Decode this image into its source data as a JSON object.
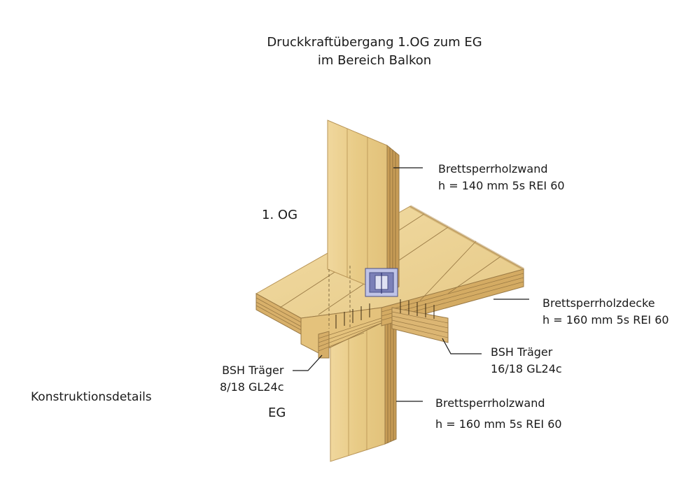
{
  "title": {
    "line1": "Druckkraftübergang 1.OG zum EG",
    "line2": "im Bereich Balkon"
  },
  "storeys": {
    "upper": "1. OG",
    "lower": "EG"
  },
  "section_label": "Konstruktionsdetails",
  "callouts": {
    "wall_upper": {
      "name": "Brettsperrholzwand",
      "spec": "h = 140 mm 5s REI 60"
    },
    "slab": {
      "name": "Brettsperrholzdecke",
      "spec": "h = 160 mm 5s REI 60"
    },
    "beam_right": {
      "name": "BSH Träger",
      "spec": "16/18 GL24c"
    },
    "beam_left": {
      "name": "BSH Träger",
      "spec": "8/18 GL24c"
    },
    "wall_lower": {
      "name": "Brettsperrholzwand",
      "spec": "h = 160 mm 5s REI 60"
    }
  },
  "colors": {
    "wood_face": "#e9cf8f",
    "wood_light": "#f1dca6",
    "wood_dark": "#caa35e",
    "layer_line": "#9a7a45",
    "connector": "#4a4f86",
    "leader": "#1a1a1a"
  }
}
